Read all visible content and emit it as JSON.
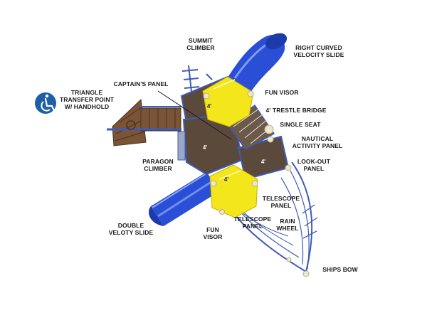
{
  "colors": {
    "slide_blue": "#2a4fd6",
    "visor_yellow": "#f3e61a",
    "deck_brown": "#5b4a3c",
    "frame_blue": "#3d5bb8",
    "wood_brown": "#7a5436",
    "accessible_icon_bg": "#1f5fa6"
  },
  "icons": {
    "accessible": "wheelchair-accessible-icon"
  },
  "labels": {
    "summit": [
      "SUMMIT",
      "CLIMBER"
    ],
    "right_slide": [
      "RIGHT CURVED",
      "VELOCITY SLIDE"
    ],
    "captains": [
      "CAPTAIN'S PANEL"
    ],
    "fun_visor_top": [
      "FUN VISOR"
    ],
    "triangle": [
      "TRIANGLE",
      "TRANSFER POINT",
      "W/ HANDHOLD"
    ],
    "trestle": [
      "4' TRESTLE BRIDGE"
    ],
    "single_seat": [
      "SINGLE SEAT"
    ],
    "nautical": [
      "NAUTICAL",
      "ACTIVITY PANEL"
    ],
    "paragon": [
      "PARAGON",
      "CLIMBER"
    ],
    "lookout": [
      "LOOK-OUT",
      "PANEL"
    ],
    "telescope1": [
      "TELESCOPE",
      "PANEL"
    ],
    "telescope2": [
      "TELESCOPE",
      "PANEL"
    ],
    "rain": [
      "RAIN",
      "WHEEL"
    ],
    "double": [
      "DOUBLE",
      "VELOTY SLIDE"
    ],
    "fun_visor_bottom": [
      "FUN",
      "VISOR"
    ],
    "ships_bow": [
      "SHIPS BOW"
    ]
  },
  "deck_heights": {
    "upper_visor": "4'",
    "center_deck": "4'",
    "right_deck": "4'",
    "lower_visor": "4'"
  }
}
